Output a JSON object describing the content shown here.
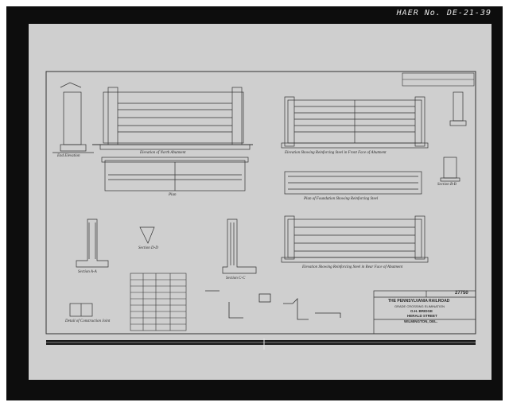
{
  "stamp": "HAER No. DE-21-39",
  "title_block": {
    "drawing_number": "27750",
    "railroad": "THE PENNSYLVANIA RAILROAD",
    "project": "GRADE CROSSING ELIMINATION",
    "bridge": "O.H. BRIDGE",
    "street": "HERALD STREET",
    "city": "WILMINGTON, DEL."
  },
  "views": {
    "north_abutment_elevation": "Elevation of North Abutment",
    "front_face_reinforcing": "Elevation Showing Reinforcing Steel in Front Face of Abutment",
    "plan": "Plan",
    "footing_reinforcing": "Plan of Foundation Showing Reinforcing Steel",
    "rear_face_reinforcing": "Elevation Showing Reinforcing Steel in Rear Face of Abutment",
    "end_elevation": "End Elevation",
    "section_a": "Section A-A",
    "section_b": "Section B-B",
    "section_c": "Section C-C",
    "section_d": "Section D-D",
    "construction_joint": "Detail of Construction Joint"
  }
}
